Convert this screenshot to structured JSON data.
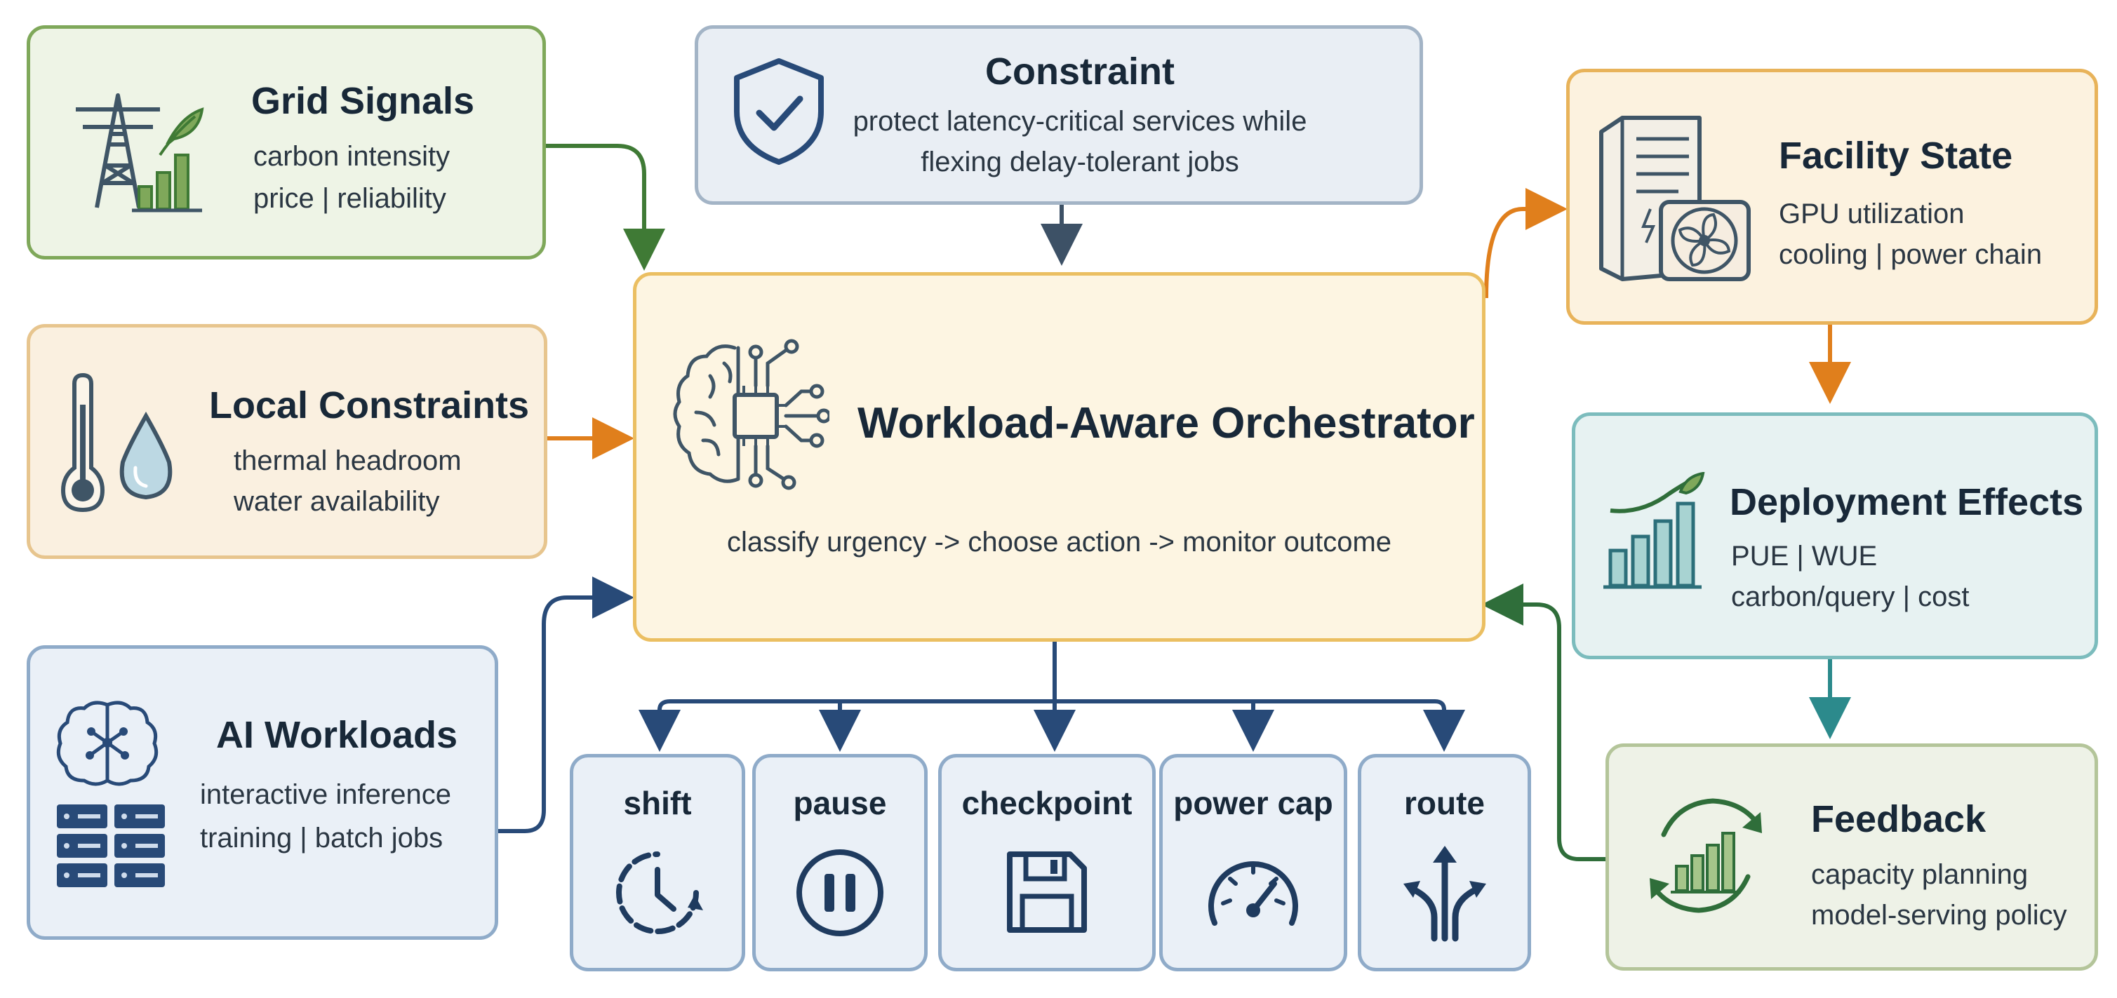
{
  "grid": {
    "title": "Grid Signals",
    "line1": "carbon intensity",
    "line2": "price | reliability"
  },
  "constraint": {
    "title": "Constraint",
    "line1": "protect latency-critical services while",
    "line2": "flexing delay-tolerant jobs"
  },
  "facility": {
    "title": "Facility State",
    "line1": "GPU utilization",
    "line2": "cooling | power chain"
  },
  "local": {
    "title": "Local Constraints",
    "line1": "thermal headroom",
    "line2": "water availability"
  },
  "orchestrator": {
    "title": "Workload-Aware Orchestrator",
    "subtitle": "classify urgency -> choose action -> monitor outcome"
  },
  "deployment": {
    "title": "Deployment Effects",
    "line1": "PUE | WUE",
    "line2": "carbon/query | cost"
  },
  "workloads": {
    "title": "AI Workloads",
    "line1": "interactive inference",
    "line2": "training | batch jobs"
  },
  "feedback": {
    "title": "Feedback",
    "line1": "capacity planning",
    "line2": "model-serving policy"
  },
  "actions": [
    {
      "label": "shift",
      "icon": "clock-cycle-icon"
    },
    {
      "label": "pause",
      "icon": "pause-icon"
    },
    {
      "label": "checkpoint",
      "icon": "floppy-disk-icon"
    },
    {
      "label": "power cap",
      "icon": "gauge-icon"
    },
    {
      "label": "route",
      "icon": "route-split-icon"
    }
  ],
  "colors": {
    "green": "#3f7a35",
    "orange": "#e07f1c",
    "blue": "#284a78",
    "teal": "#2c8a8c",
    "slate": "#3d5166"
  }
}
